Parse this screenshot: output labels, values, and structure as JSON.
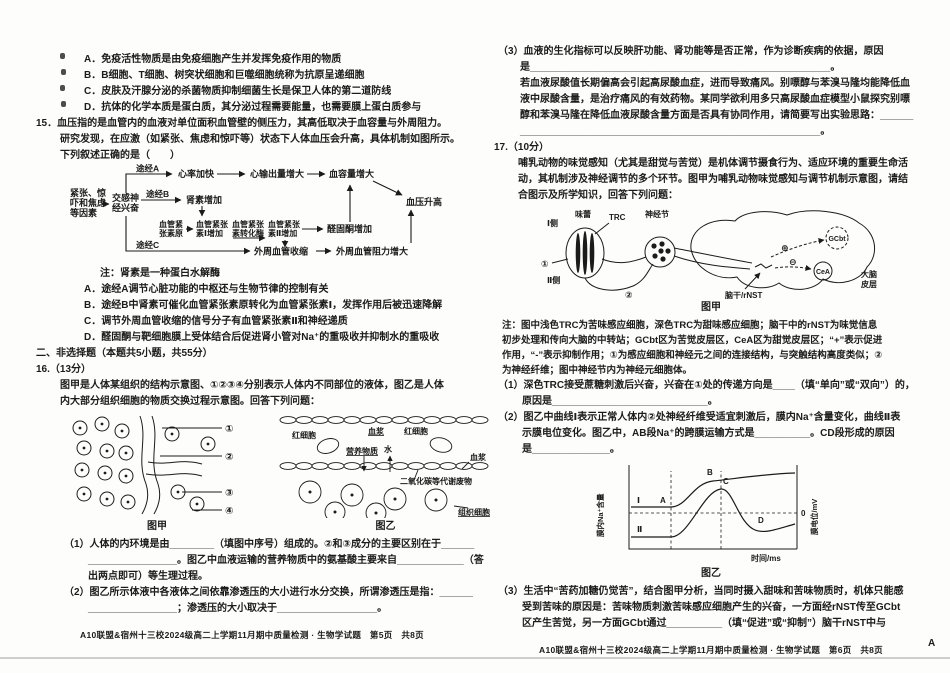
{
  "colors": {
    "ink": "#1b1b1b",
    "paper": "#fdfdfb"
  },
  "page5": {
    "q14_options": [
      "A．免疫活性物质是由免疫细胞产生并发挥免疫作用的物质",
      "B．B细胞、T细胞、树突状细胞和巨噬细胞统称为抗原呈递细胞",
      "C．皮肤及汗腺分泌的杀菌物质抑制细菌生长是保卫人体的第二道防线",
      "D．抗体的化学本质是蛋白质，其分泌过程需要能量，也需要膜上蛋白质参与"
    ],
    "q15": {
      "lines": [
        "15．血压指的是血管内的血液对单位面积血管壁的侧压力，其高低取决于血容量与外周阻力。",
        "研究发现，在应激（如紧张、焦虑和惊吓等）状态下人体血压会升高，具体机制如图所示。",
        "下列叙述正确的是（　　）"
      ],
      "note": "注：肾素是一种蛋白水解酶",
      "options": [
        "A．途经A调节心脏功能的中枢还与生物节律的控制有关",
        "B．途经B中肾素可催化血管紧张素原转化为血管紧张素Ⅰ，发挥作用后被迅速降解",
        "C．调节外周血管收缩的信号分子有血管紧张素Ⅱ和神经递质",
        "D．醛固酮与靶细胞膜上受体结合后促进肾小管对Na⁺的重吸收并抑制水的重吸收"
      ],
      "flowchart": {
        "stimulus": [
          "紧张、惊",
          "吓和焦虑",
          "等因素"
        ],
        "sympathetic": [
          "交感神",
          "经兴奋"
        ],
        "path_a": "途经A",
        "path_b": "途经B",
        "path_c": "途经C",
        "heart_rate": "心率加快",
        "cardiac_output": "心输出量增大",
        "blood_volume": "血容量增大",
        "bp_rise": "血压升高",
        "renin": "肾素增加",
        "angiotensinogen": [
          "血管紧",
          "张素原"
        ],
        "ang1": [
          "血管紧张",
          "素Ⅰ增加"
        ],
        "ace": [
          "血管紧张",
          "素转化酶"
        ],
        "ang2": [
          "血管紧张",
          "素Ⅱ增加"
        ],
        "aldosterone": "醛固酮增加",
        "vasoconstrict": "外周血管收缩",
        "resistance": "外周血管阻力增大"
      }
    },
    "section_header": "二、非选择题（本题共5小题，共55分）",
    "q16": {
      "number": "16.（13分）",
      "intro_lines": [
        "图甲是人体某组织的结构示意图、①②③④分别表示人体内不同部位的液体，图乙是人体",
        "内大部分组织细胞的物质交换过程示意图。回答下列问题："
      ],
      "fig_jia": {
        "caption": "图甲",
        "labels": [
          "①",
          "②",
          "③",
          "④"
        ]
      },
      "fig_yi": {
        "caption": "图乙",
        "labels": {
          "rbc_left": "红细胞",
          "plasma_top": "血浆",
          "rbc_right": "红细胞",
          "nutrients": "营养物质",
          "water": "水",
          "plasma_right": "血浆",
          "waste": "二氧化碳等代谢废物",
          "tissue_cell": "组织细胞"
        }
      },
      "q1_lines": [
        "（1）人体的内环境是由________（填图中序号）组成的。②和③成分的主要区别在于______",
        "________________。图乙中血液运输的营养物质中的氨基酸主要来自____________（答",
        "出两点即可）等生理过程。"
      ],
      "q2_lines": [
        "（2）图乙所示体液中各液体之间依靠渗透压的大小进行水分交换，所谓渗透压是指：______",
        "________________；渗透压的大小取决于__________________。"
      ]
    },
    "footer": "A10联盟&宿州十三校2024级高二上学期11月期中质量检测 · 生物学试题　第5页　共8页"
  },
  "page6": {
    "q16_continued": {
      "q3_lines": [
        "（3）血液的生化指标可以反映肝功能、肾功能等是否正常，作为诊断疾病的依据，原因",
        "是______________________________________________________。",
        "若血液尿酸值长期偏高会引起高尿酸血症，进而导致痛风。别嘌醇与苯溴马隆均能降低血",
        "液中尿酸含量，是治疗痛风的有效药物。某同学欲利用多只高尿酸血症模型小鼠探究别嘌",
        "醇和苯溴马隆在降低血液尿酸含量方面是否具有协同作用，请简要写出实验思路：______",
        "______________________________________________________。"
      ]
    },
    "q17": {
      "number": "17.（10分）",
      "intro_lines": [
        "哺乳动物的味觉感知（尤其是甜觉与苦觉）是机体调节摄食行为、适应环境的重要生命活",
        "动，其机制涉及神经调节的多个环节。图甲为哺乳动物味觉感知与调节机制示意图，请结",
        "合图示及所学知识，回答下列问题："
      ],
      "fig_jia": {
        "caption": "图甲",
        "labels": {
          "side1": "Ⅰ侧",
          "bud": "味蕾",
          "trc": "TRC",
          "ganglion": "神经节",
          "n1": "①",
          "side2": "Ⅱ侧",
          "n2": "②",
          "brainstem": "脑干/rNST",
          "gcbt": "GCbt",
          "cea": "CeA",
          "cortex": [
            "大脑",
            "皮层"
          ],
          "plus": "⊕",
          "minus": "⊖"
        }
      },
      "note_lines": [
        "注：图中浅色TRC为苦味感应细胞，深色TRC为甜味感应细胞；脑干中的rNST为味觉信息",
        "初步处理和传向大脑的中转站；GCbt区为苦觉皮层区，CeA区为甜觉皮层区；“+”表示促进",
        "作用，“-”表示抑制作用；①为感应细胞和神经元之间的连接结构，与突触结构高度类似；②",
        "为神经纤维；图中神经节内为神经元细胞体。"
      ],
      "q1_lines": [
        "（1）深色TRC接受蔗糖刺激后兴奋，兴奋在①处的传递方向是____（填“单向”或“双向”）的，",
        "原因是____________________________。"
      ],
      "q2_lines": [
        "（2）图乙中曲线Ⅰ表示正常人体内②处神经纤维受适宜刺激后，膜内Na⁺含量变化，曲线Ⅱ表",
        "示膜电位变化。图乙中，AB段Na⁺的跨膜运输方式是__________。CD段形成的原因",
        "是______________。"
      ],
      "fig_yi": {
        "caption": "图乙",
        "labels": {
          "ylabel_left": "膜内Na⁺含量",
          "ylabel_right": "膜电位/mV",
          "xlabel": "时间/ms",
          "zero": "0",
          "curve1": "Ⅰ",
          "curve2": "Ⅱ",
          "pa": "A",
          "pb": "B",
          "pc": "C",
          "pd": "D"
        }
      },
      "q3_lines": [
        "（3）生活中“苦药加糖仍觉苦”，结合图甲分析，当同时摄入甜味和苦味物质时，机体只能感",
        "受到苦味的原因是：苦味物质刺激苦味感应细胞产生的兴奋，一方面经rNST传至GCbt",
        "区产生苦觉，另一方面GCbt通过__________（填“促进”或“抑制”）脑干rNST中与"
      ]
    },
    "footer": "A10联盟&宿州十三校2024级高二上学期11月期中质量检测 · 生物学试题　第6页　共8页",
    "corner_mark": "A"
  }
}
